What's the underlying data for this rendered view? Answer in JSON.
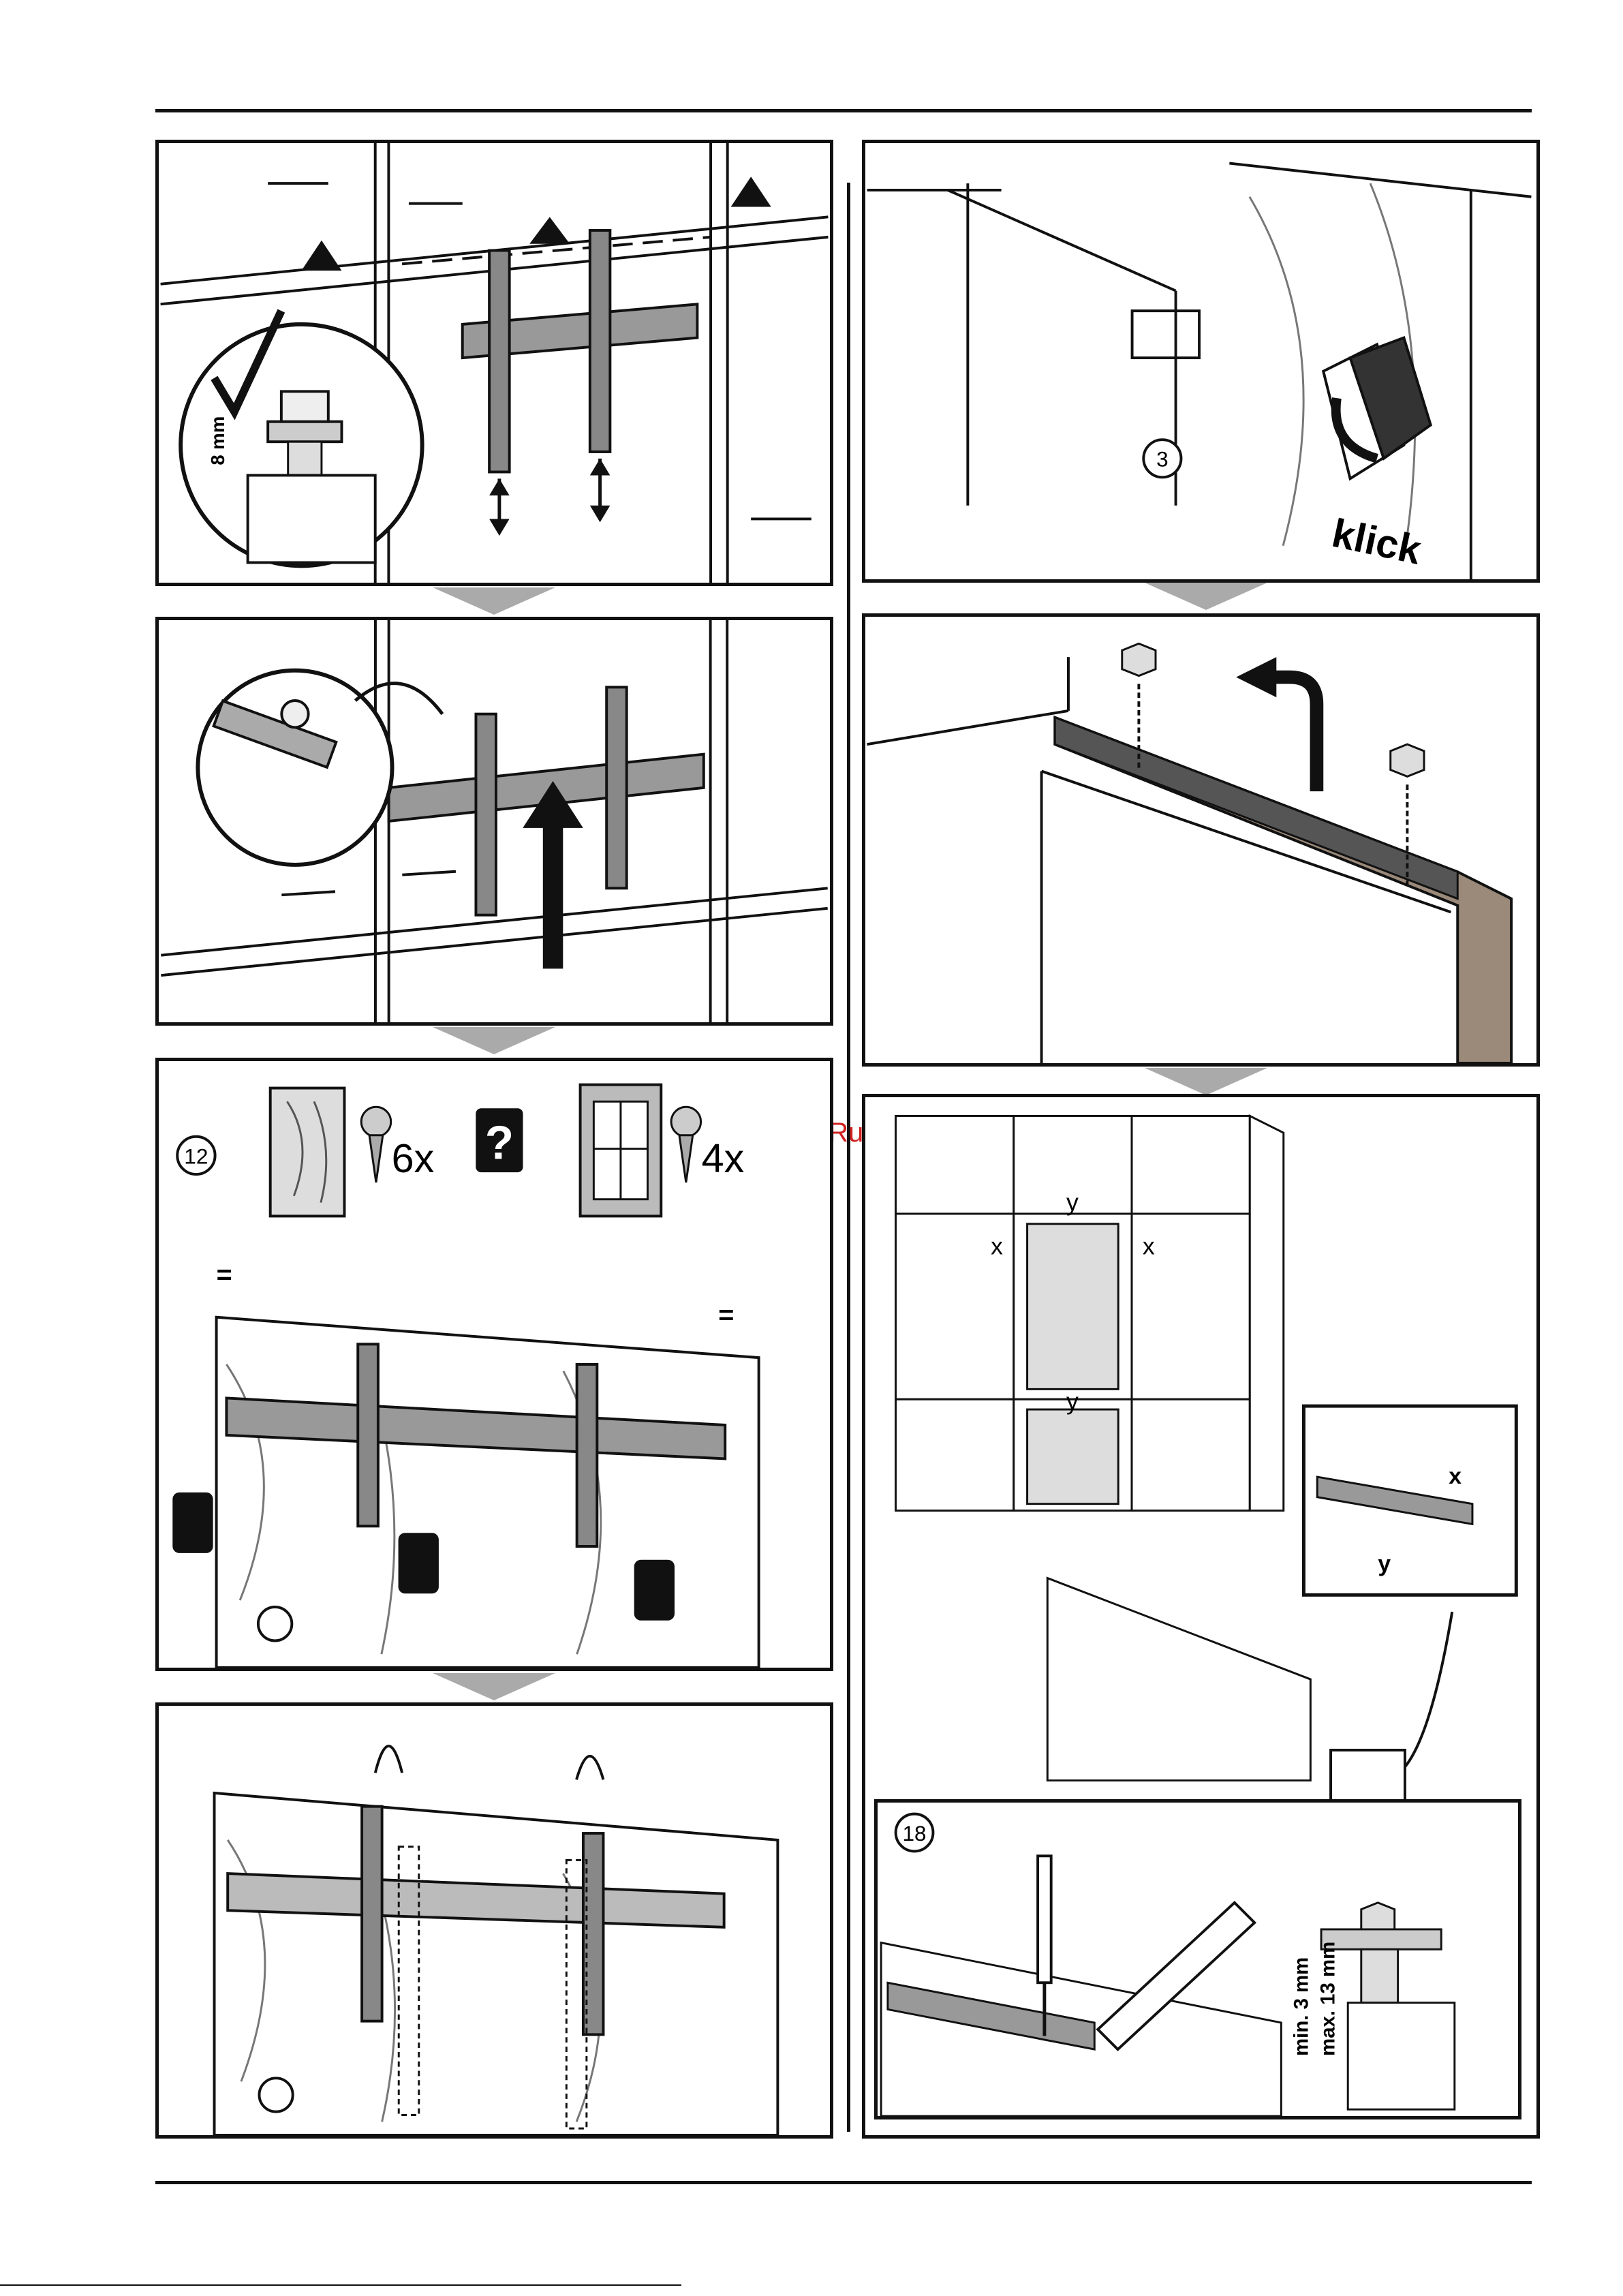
{
  "watermark": "McGrp.Ru",
  "panels": {
    "p1": {
      "dim_label": "8 mm"
    },
    "p3": {
      "step": "12",
      "wood_screw_count": "6x",
      "frame_screw_count": "4x",
      "question": "?",
      "equal_mark": "="
    },
    "p5": {
      "step": "3",
      "sound": "klick"
    },
    "p7": {
      "gap_x": "x",
      "gap_y": "y"
    },
    "p8": {
      "step": "18",
      "dim_min": "min. 3 mm",
      "dim_max": "max. 13 mm"
    }
  }
}
